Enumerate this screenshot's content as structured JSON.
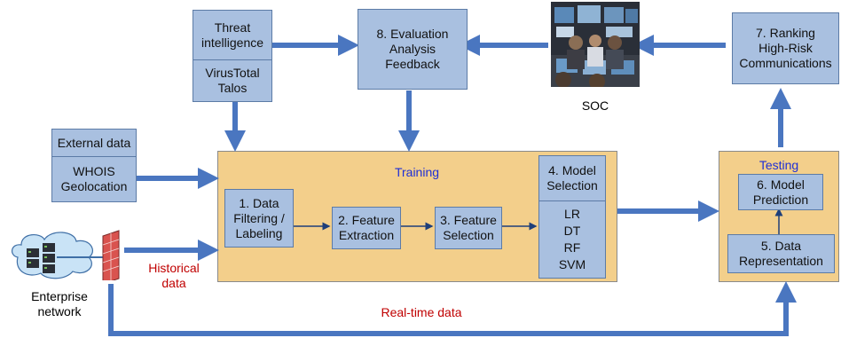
{
  "colors": {
    "box_fill": "#a9c0e0",
    "box_border": "#5c7ba6",
    "panel_fill": "#f3cf8b",
    "arrow": "#4a76c0",
    "title_blue": "#1f2fd6",
    "label_red": "#c00000"
  },
  "boxes": {
    "threat_intel": "Threat\nintelligence",
    "virustotal": "VirusTotal\nTalos",
    "evaluation": "8. Evaluation\nAnalysis\nFeedback",
    "ranking": "7. Ranking\nHigh-Risk\nCommunications",
    "external_data": "External data",
    "whois": "WHOIS\nGeolocation",
    "filtering": "1. Data\nFiltering /\nLabeling",
    "feature_extraction": "2. Feature\nExtraction",
    "feature_selection": "3. Feature\nSelection",
    "model_selection": "4. Model\nSelection",
    "models": "LR\nDT\nRF\nSVM",
    "model_prediction": "6. Model\nPrediction",
    "data_representation": "5. Data\nRepresentation"
  },
  "labels": {
    "training": "Training",
    "testing": "Testing",
    "soc": "SOC",
    "historical": "Historical\ndata",
    "enterprise": "Enterprise\nnetwork",
    "realtime": "Real-time data"
  },
  "icons": {
    "soc_photo": "soc-monitoring-room-photo",
    "network": "enterprise-network-cloud-icon",
    "firewall": "firewall-icon"
  }
}
